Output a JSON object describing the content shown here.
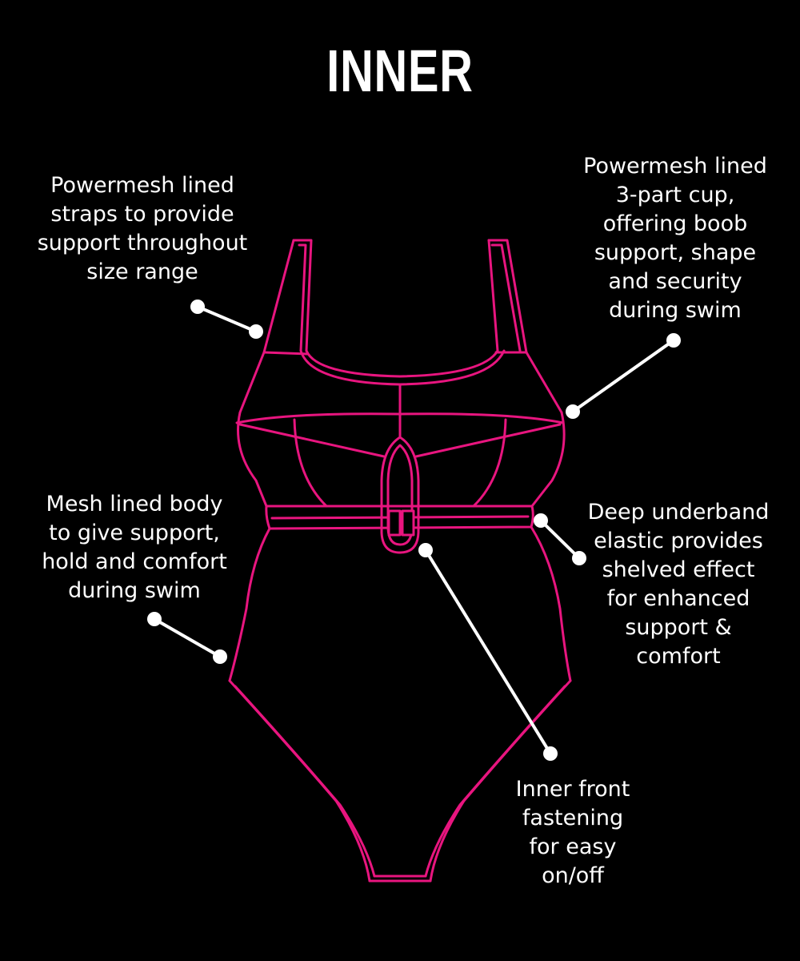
{
  "title": "INNER",
  "colors": {
    "background": "#000000",
    "garment_outline": "#e8157f",
    "text": "#ffffff",
    "pointer": "#ffffff"
  },
  "callouts": {
    "straps": [
      "Powermesh lined",
      "straps to provide",
      "support throughout",
      "size range"
    ],
    "cup": [
      "Powermesh lined",
      "3-part cup,",
      "offering boob",
      "support, shape",
      "and security",
      "during swim"
    ],
    "body": [
      "Mesh lined body",
      "to give support,",
      "hold and comfort",
      "during swim"
    ],
    "underband": [
      "Deep underband",
      "elastic provides",
      "shelved effect",
      "for enhanced",
      "support &",
      "comfort"
    ],
    "fastening": [
      "Inner front",
      "fastening",
      "for easy",
      "on/off"
    ]
  }
}
